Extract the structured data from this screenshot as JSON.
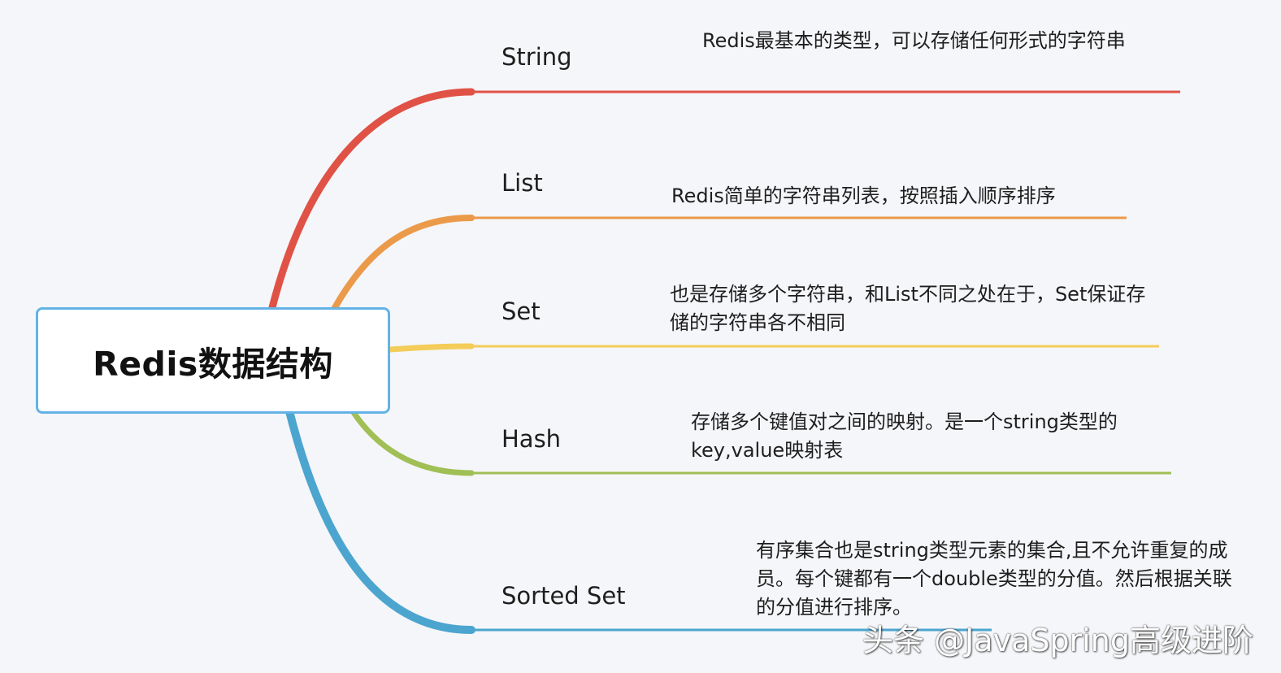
{
  "root": {
    "title": "Redis数据结构",
    "border_color": "#63b3e6"
  },
  "branches": [
    {
      "label": "String",
      "description": "Redis最基本的类型，可以存储任何形式的字符串",
      "color": "#e05246"
    },
    {
      "label": "List",
      "description": "Redis简单的字符串列表，按照插入顺序排序",
      "color": "#eb9a4a"
    },
    {
      "label": "Set",
      "description": "也是存储多个字符串，和List不同之处在于，Set保证存储的字符串各不相同",
      "color": "#f3cc59"
    },
    {
      "label": "Hash",
      "description": "存储多个键值对之间的映射。是一个string类型的key,value映射表",
      "color": "#a0bf55"
    },
    {
      "label": "Sorted Set",
      "description": "有序集合也是string类型元素的集合,且不允许重复的成员。每个键都有一个double类型的分值。然后根据关联的分值进行排序。",
      "color": "#4ca5cf"
    }
  ],
  "watermark": {
    "text": "头条 @JavaSpring高级进阶"
  }
}
